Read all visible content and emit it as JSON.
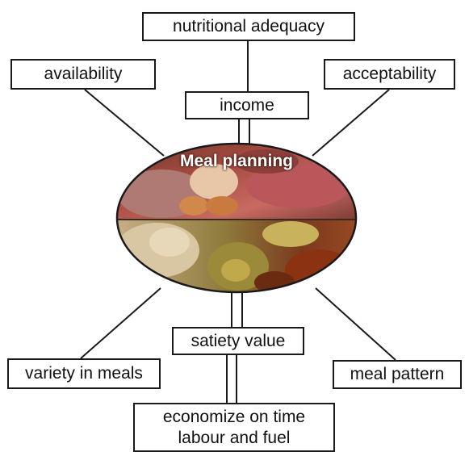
{
  "diagram": {
    "center_label": "Meal planning",
    "factors": {
      "nutritional_adequacy": "nutritional adequacy",
      "availability": "availability",
      "acceptability": "acceptability",
      "income": "income",
      "satiety_value": "satiety value",
      "variety_in_meals": "variety in meals",
      "meal_pattern": "meal pattern",
      "economize_line1": "economize on time",
      "economize_line2": "labour and fuel"
    }
  },
  "colors": {
    "line": "#1a1a1a",
    "box_border": "#1a1a1a",
    "center_text": "#ffffff"
  }
}
